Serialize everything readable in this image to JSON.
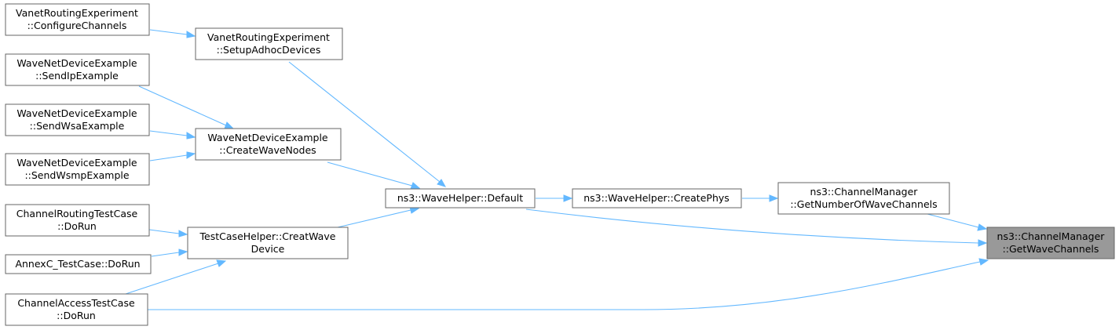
{
  "colors": {
    "edge": "#63b8ff",
    "node_border": "#666666",
    "root_fill": "#999999",
    "node_fill": "#ffffff"
  },
  "nodes": {
    "root": {
      "lines": [
        "ns3::ChannelManager",
        "::GetWaveChannels"
      ]
    },
    "gnwc": {
      "lines": [
        "ns3::ChannelManager",
        "::GetNumberOfWaveChannels"
      ]
    },
    "cphys": {
      "lines": [
        "ns3::WaveHelper::CreatePhys"
      ]
    },
    "def": {
      "lines": [
        "ns3::WaveHelper::Default"
      ]
    },
    "sad": {
      "lines": [
        "VanetRoutingExperiment",
        "::SetupAdhocDevices"
      ]
    },
    "cch": {
      "lines": [
        "VanetRoutingExperiment",
        "::ConfigureChannels"
      ]
    },
    "cwn": {
      "lines": [
        "WaveNetDeviceExample",
        "::CreateWaveNodes"
      ]
    },
    "sip": {
      "lines": [
        "WaveNetDeviceExample",
        "::SendIpExample"
      ]
    },
    "swsa": {
      "lines": [
        "WaveNetDeviceExample",
        "::SendWsaExample"
      ]
    },
    "swsmp": {
      "lines": [
        "WaveNetDeviceExample",
        "::SendWsmpExample"
      ]
    },
    "tch": {
      "lines": [
        "TestCaseHelper::CreatWave",
        "Device"
      ]
    },
    "crt": {
      "lines": [
        "ChannelRoutingTestCase",
        "::DoRun"
      ]
    },
    "annex": {
      "lines": [
        "AnnexC_TestCase::DoRun"
      ]
    },
    "cat": {
      "lines": [
        "ChannelAccessTestCase",
        "::DoRun"
      ]
    }
  }
}
